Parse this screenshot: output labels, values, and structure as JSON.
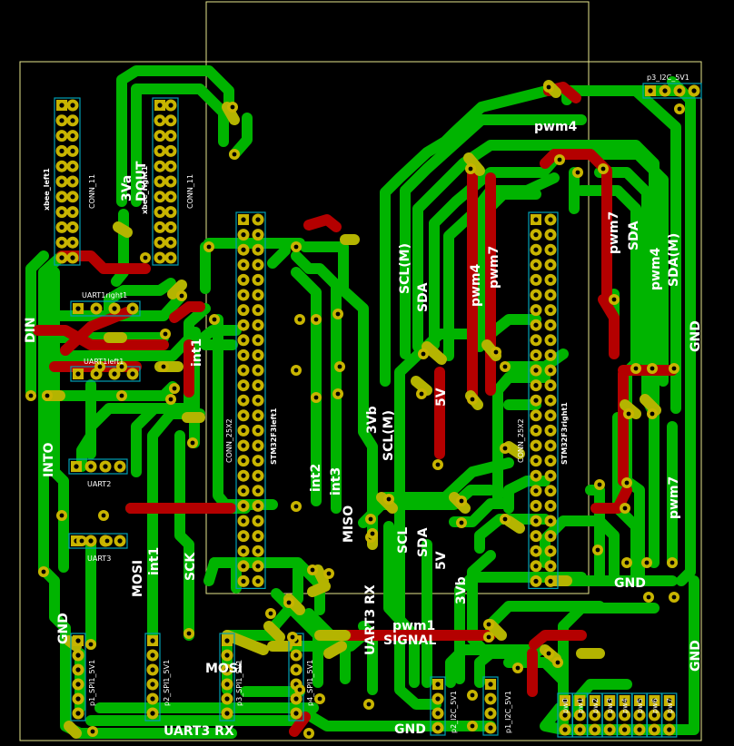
{
  "colors": {
    "background": "#000000",
    "top_copper": "#00b400",
    "bottom_copper": "#b40000",
    "overlap": "#b4b400",
    "pad": "#c8b400",
    "outline": "#e6e68c",
    "courtyard": "#00a0b4",
    "silkscreen": "#ffffff"
  },
  "components": {
    "xbee_left": {
      "ref": "xbee_left1",
      "value": "CONN_11"
    },
    "xbee_right": {
      "ref": "xbee_right1",
      "value": "CONN_11"
    },
    "uart1_right": {
      "ref": "UART1right1"
    },
    "uart1_left": {
      "ref": "UART1left1"
    },
    "uart2": {
      "ref": "UART2"
    },
    "uart3": {
      "ref": "UART3"
    },
    "stm_left": {
      "ref": "STM32F3left1",
      "value": "CONN_25X2"
    },
    "stm_right": {
      "ref": "STM32F3right1",
      "value": "CONN_25X2"
    },
    "p3_i2c": {
      "ref": "p3_I2C_5V1"
    },
    "p1_spi": {
      "ref": "p1_SPI1_5V1"
    },
    "p2_spi": {
      "ref": "p2_SPI1_5V1"
    },
    "p3_spi": {
      "ref": "p3_SPI1_5V1"
    },
    "p4_spi": {
      "ref": "p4_SPI1_5V1"
    },
    "p2_i2c": {
      "ref": "p2_I2C_5V1"
    },
    "p1_i2c": {
      "ref": "p1_I2C_5V1"
    },
    "pwm_headers": [
      "pw0",
      "pw1",
      "pw2",
      "pw3",
      "pw4",
      "pw5",
      "pw6",
      "pw7"
    ]
  },
  "nets": {
    "din": "DIN",
    "into": "INTO",
    "three_va": "3Va",
    "dout": "DOUT",
    "gnd": "GND",
    "int1": "int1",
    "int2": "int2",
    "int3": "int3",
    "mosi": "MOSI",
    "sck": "SCK",
    "miso": "MISO",
    "scl_m": "SCL(M)",
    "sda": "SDA",
    "scl": "SCL",
    "three_vb": "3Vb",
    "five_v": "5V",
    "pwm4": "pwm4",
    "pwm7": "pwm7",
    "sda_m": "SDA(M)",
    "uart3_rx": "UART3 RX",
    "pwm1": "pwm1",
    "signal": "SIGNAL"
  }
}
